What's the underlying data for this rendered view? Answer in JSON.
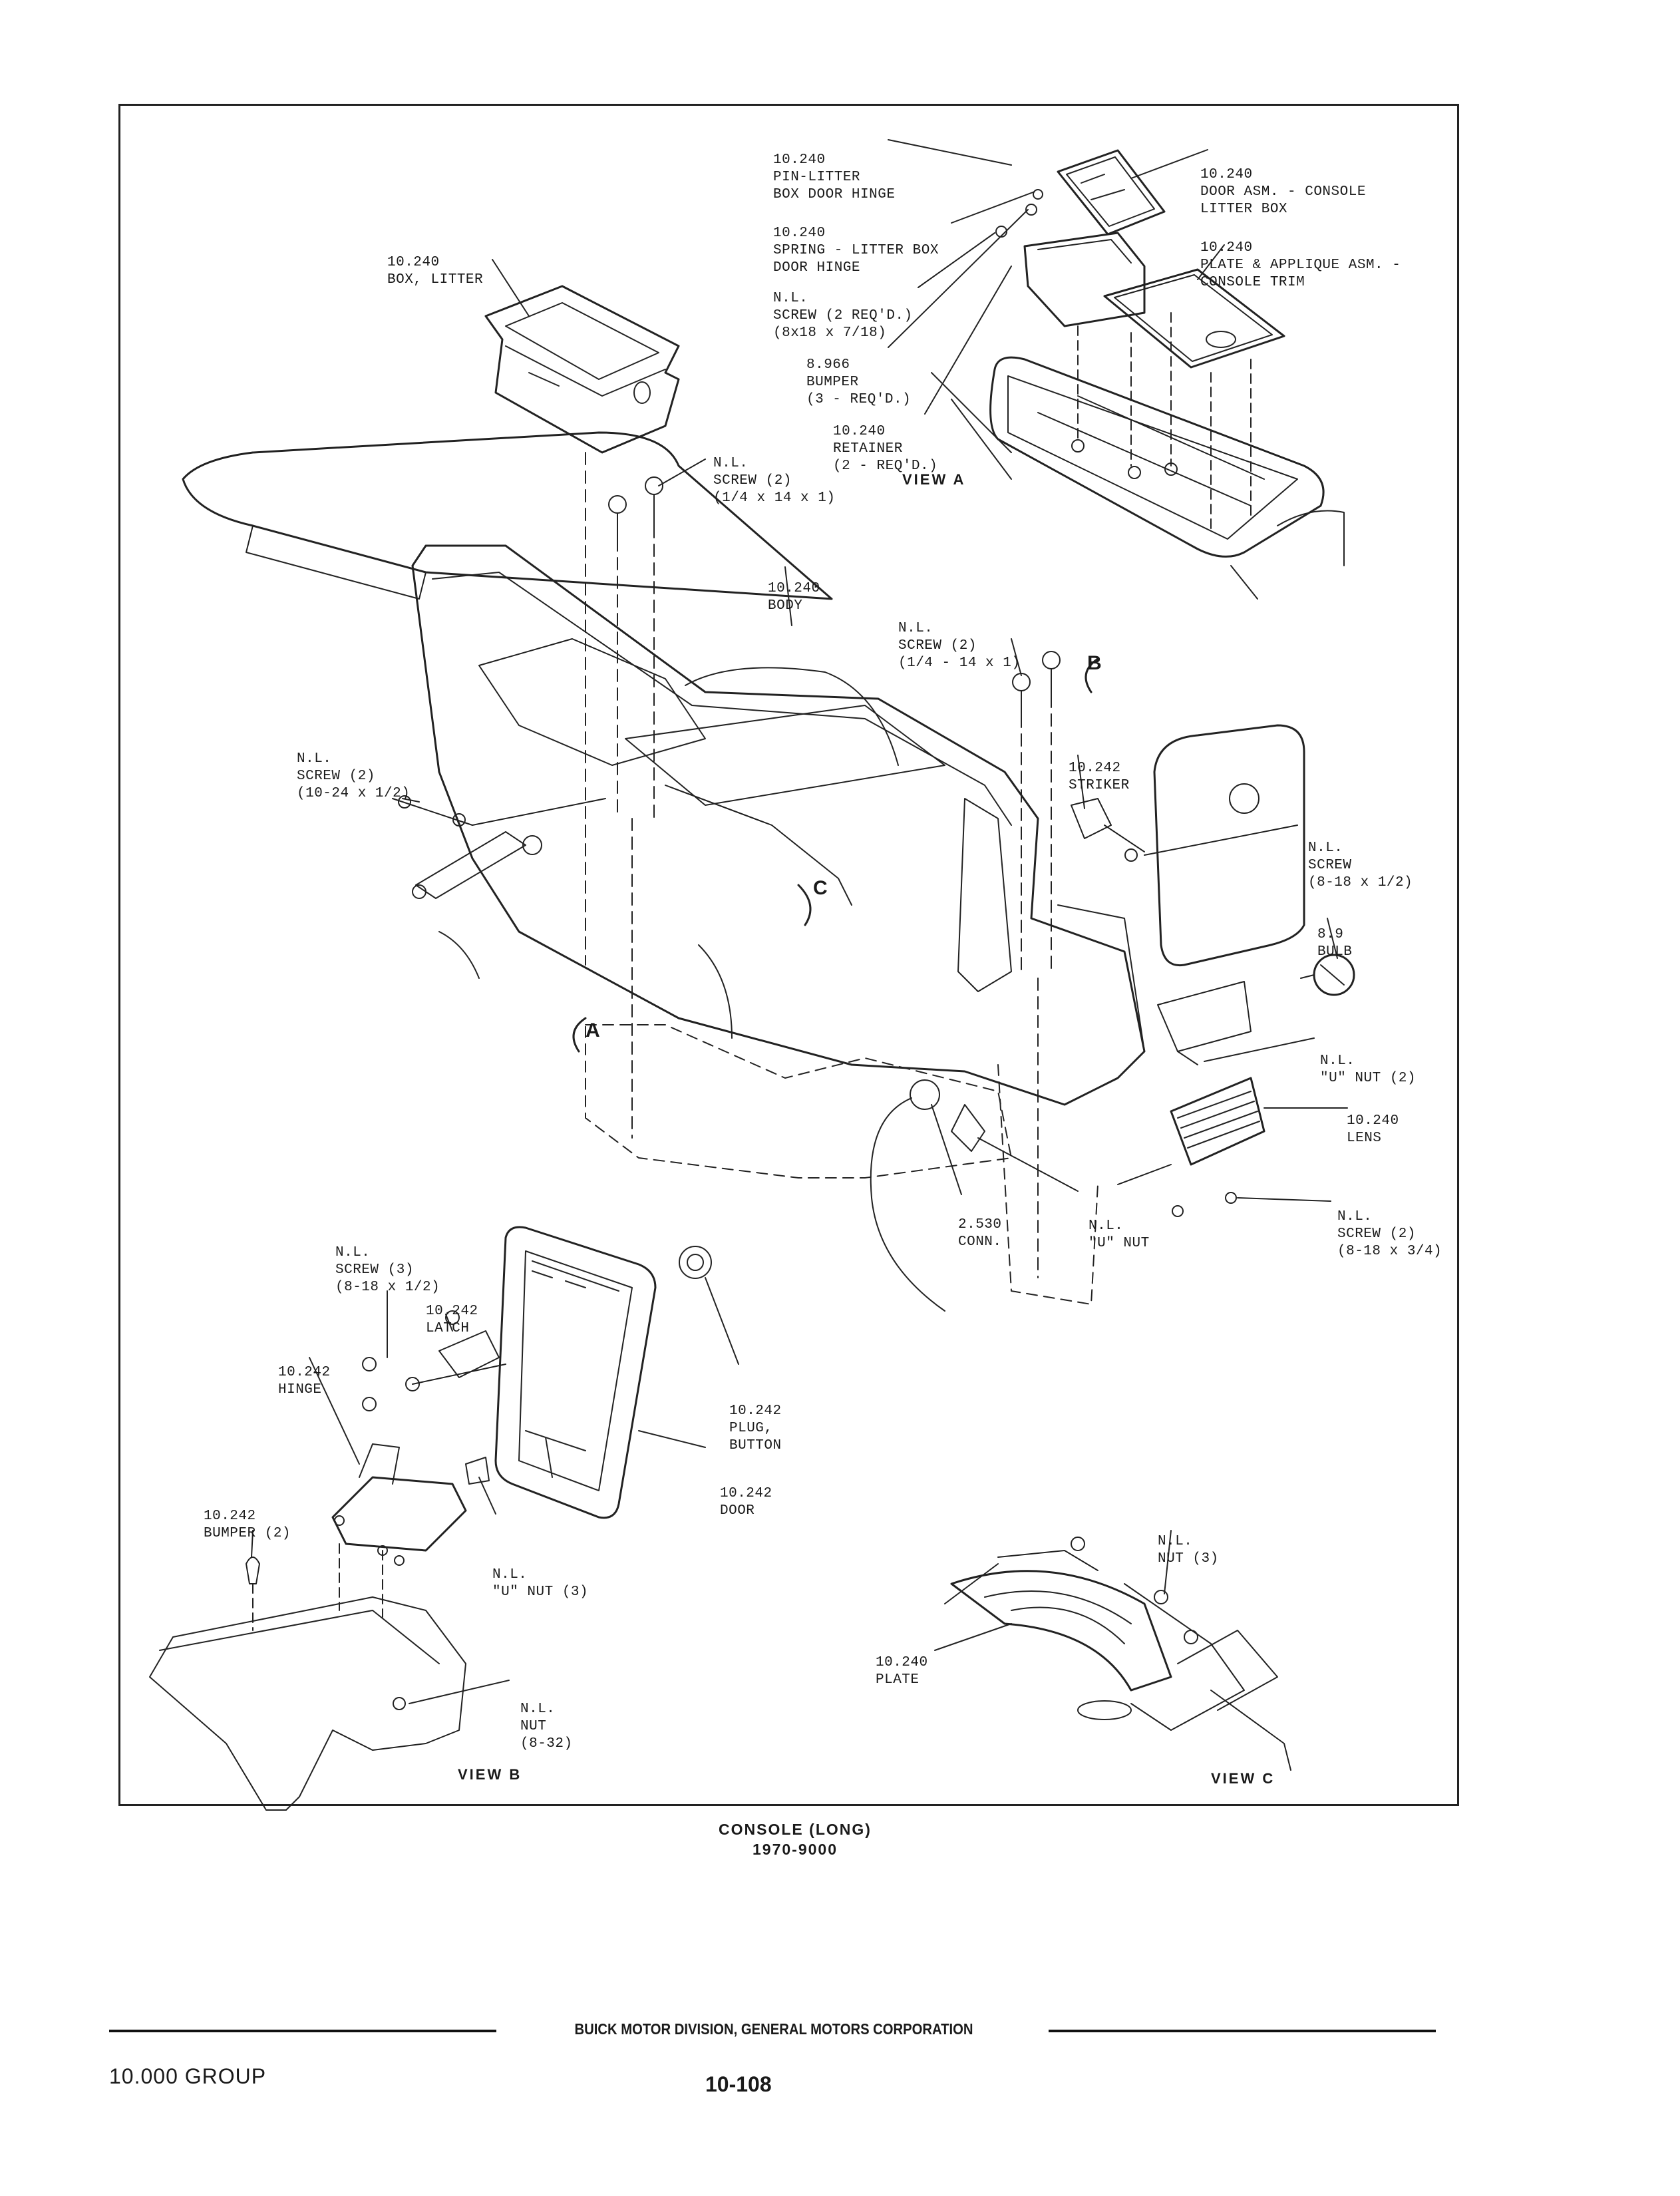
{
  "labels": {
    "pin_litter": [
      "10.240",
      "PIN-LITTER",
      "BOX DOOR HINGE"
    ],
    "door_asm": [
      "10.240",
      "DOOR ASM. - CONSOLE",
      "LITTER BOX"
    ],
    "spring": [
      "10.240",
      "SPRING - LITTER BOX",
      "DOOR HINGE"
    ],
    "plate_applique": [
      "10.240",
      "PLATE & APPLIQUE ASM. -",
      "CONSOLE TRIM"
    ],
    "box_litter": [
      "10.240",
      "BOX, LITTER"
    ],
    "screw_2req": [
      "N.L.",
      "SCREW (2 REQ'D.)",
      "(8x18 x 7/18)"
    ],
    "bumper_3": [
      "8.966",
      "BUMPER",
      "(3 - REQ'D.)"
    ],
    "retainer": [
      "10.240",
      "RETAINER",
      "(2 - REQ'D.)"
    ],
    "screw_quarter_a": [
      "N.L.",
      "SCREW (2)",
      "(1/4 x 14 x 1)"
    ],
    "body": [
      "10.240",
      "BODY"
    ],
    "screw_quarter_b": [
      "N.L.",
      "SCREW (2)",
      "(1/4 - 14 x 1)"
    ],
    "screw_10_24": [
      "N.L.",
      "SCREW (2)",
      "(10-24 x 1/2)"
    ],
    "striker": [
      "10.242",
      "STRIKER"
    ],
    "screw_8_18": [
      "N.L.",
      "SCREW",
      "(8-18 x 1/2)"
    ],
    "bulb": [
      "8.9",
      "BULB"
    ],
    "u_nut_2": [
      "N.L.",
      "\"U\" NUT (2)"
    ],
    "lens": [
      "10.240",
      "LENS"
    ],
    "screw_8_18_34": [
      "N.L.",
      "SCREW (2)",
      "(8-18 x 3/4)"
    ],
    "conn": [
      "2.530",
      "CONN."
    ],
    "u_nut": [
      "N.L.",
      "\"U\" NUT"
    ],
    "screw_3": [
      "N.L.",
      "SCREW (3)",
      "(8-18 x 1/2)"
    ],
    "latch": [
      "10.242",
      "LATCH"
    ],
    "hinge": [
      "10.242",
      "HINGE"
    ],
    "plug_button": [
      "10.242",
      "PLUG,",
      "BUTTON"
    ],
    "door": [
      "10.242",
      "DOOR"
    ],
    "bumper_2": [
      "10.242",
      "BUMPER (2)"
    ],
    "u_nut_3": [
      "N.L.",
      "\"U\" NUT (3)"
    ],
    "nut_8_32": [
      "N.L.",
      "NUT",
      "(8-32)"
    ],
    "nut_3": [
      "N.L.",
      "NUT (3)"
    ],
    "plate": [
      "10.240",
      "PLATE"
    ]
  },
  "views": {
    "a": "VIEW A",
    "b": "VIEW B",
    "c": "VIEW C"
  },
  "callouts": {
    "a": "A",
    "b": "B",
    "c": "C"
  },
  "caption": {
    "title": "CONSOLE (LONG)",
    "code": "1970-9000"
  },
  "footer": {
    "division": "BUICK MOTOR DIVISION, GENERAL MOTORS CORPORATION",
    "group": "10.000 GROUP",
    "page": "10-108"
  }
}
